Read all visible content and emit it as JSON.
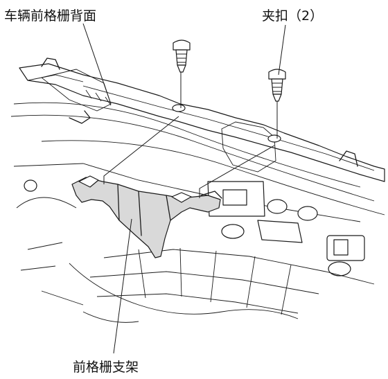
{
  "labels": {
    "grille_back": "车辆前格栅背面",
    "clips": "夹扣（2）",
    "grille_bracket": "前格栅支架"
  },
  "colors": {
    "line": "#1a1a1a",
    "bracket_fill": "#d9d9d9",
    "background": "#ffffff"
  }
}
